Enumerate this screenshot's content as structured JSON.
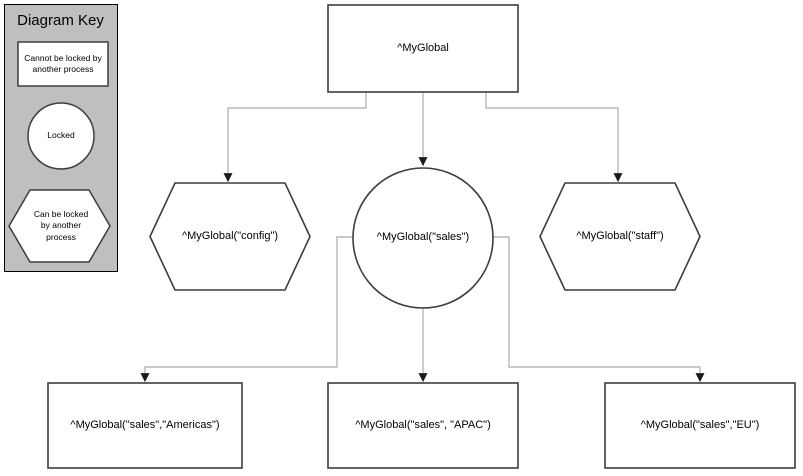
{
  "key": {
    "title": "Diagram Key",
    "items": [
      {
        "shape": "rectangle",
        "label": "Cannot be locked by another process"
      },
      {
        "shape": "circle",
        "label": "Locked"
      },
      {
        "shape": "hexagon",
        "label": "Can be locked by another process"
      }
    ]
  },
  "diagram": {
    "root": {
      "shape": "rectangle",
      "label": "^MyGlobal"
    },
    "level1": [
      {
        "shape": "hexagon",
        "label": "^MyGlobal(\"config\")"
      },
      {
        "shape": "circle",
        "label": "^MyGlobal(\"sales\")"
      },
      {
        "shape": "hexagon",
        "label": "^MyGlobal(\"staff\")"
      }
    ],
    "level2": [
      {
        "shape": "rectangle",
        "label": "^MyGlobal(\"sales\",\"Americas\")"
      },
      {
        "shape": "rectangle",
        "label": "^MyGlobal(\"sales\", \"APAC\")"
      },
      {
        "shape": "rectangle",
        "label": "^MyGlobal(\"sales\",\"EU\")"
      }
    ]
  },
  "colors": {
    "key_panel_fill": "#bfbfbf",
    "key_panel_border": "#000000",
    "shape_fill": "#ffffff",
    "shape_border": "#3d3d3d",
    "connector_line": "#ababab",
    "arrowhead": "#1a1a1a",
    "text": "#000000"
  }
}
